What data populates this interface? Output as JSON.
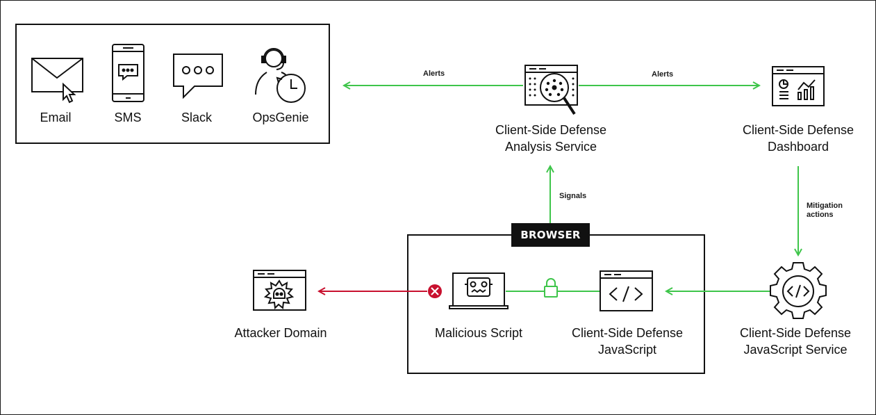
{
  "notification_channels": {
    "email": "Email",
    "sms": "SMS",
    "slack": "Slack",
    "opsgenie": "OpsGenie"
  },
  "nodes": {
    "analysis_service": {
      "line1": "Client-Side Defense",
      "line2": "Analysis Service"
    },
    "dashboard": {
      "line1": "Client-Side Defense",
      "line2": "Dashboard"
    },
    "javascript_service": {
      "line1": "Client-Side Defense",
      "line2": "JavaScript Service"
    },
    "javascript": {
      "line1": "Client-Side Defense",
      "line2": "JavaScript"
    },
    "malicious_script": "Malicious Script",
    "attacker_domain": "Attacker Domain"
  },
  "browser": {
    "tag": "BROWSER"
  },
  "edges": {
    "alerts_to_channels": "Alerts",
    "alerts_to_dashboard": "Alerts",
    "signals": "Signals",
    "mitigation_line1": "Mitigation",
    "mitigation_line2": "actions"
  },
  "colors": {
    "green_arrow": "#3ec54a",
    "red_arrow": "#c8102e",
    "stroke": "#111111"
  }
}
